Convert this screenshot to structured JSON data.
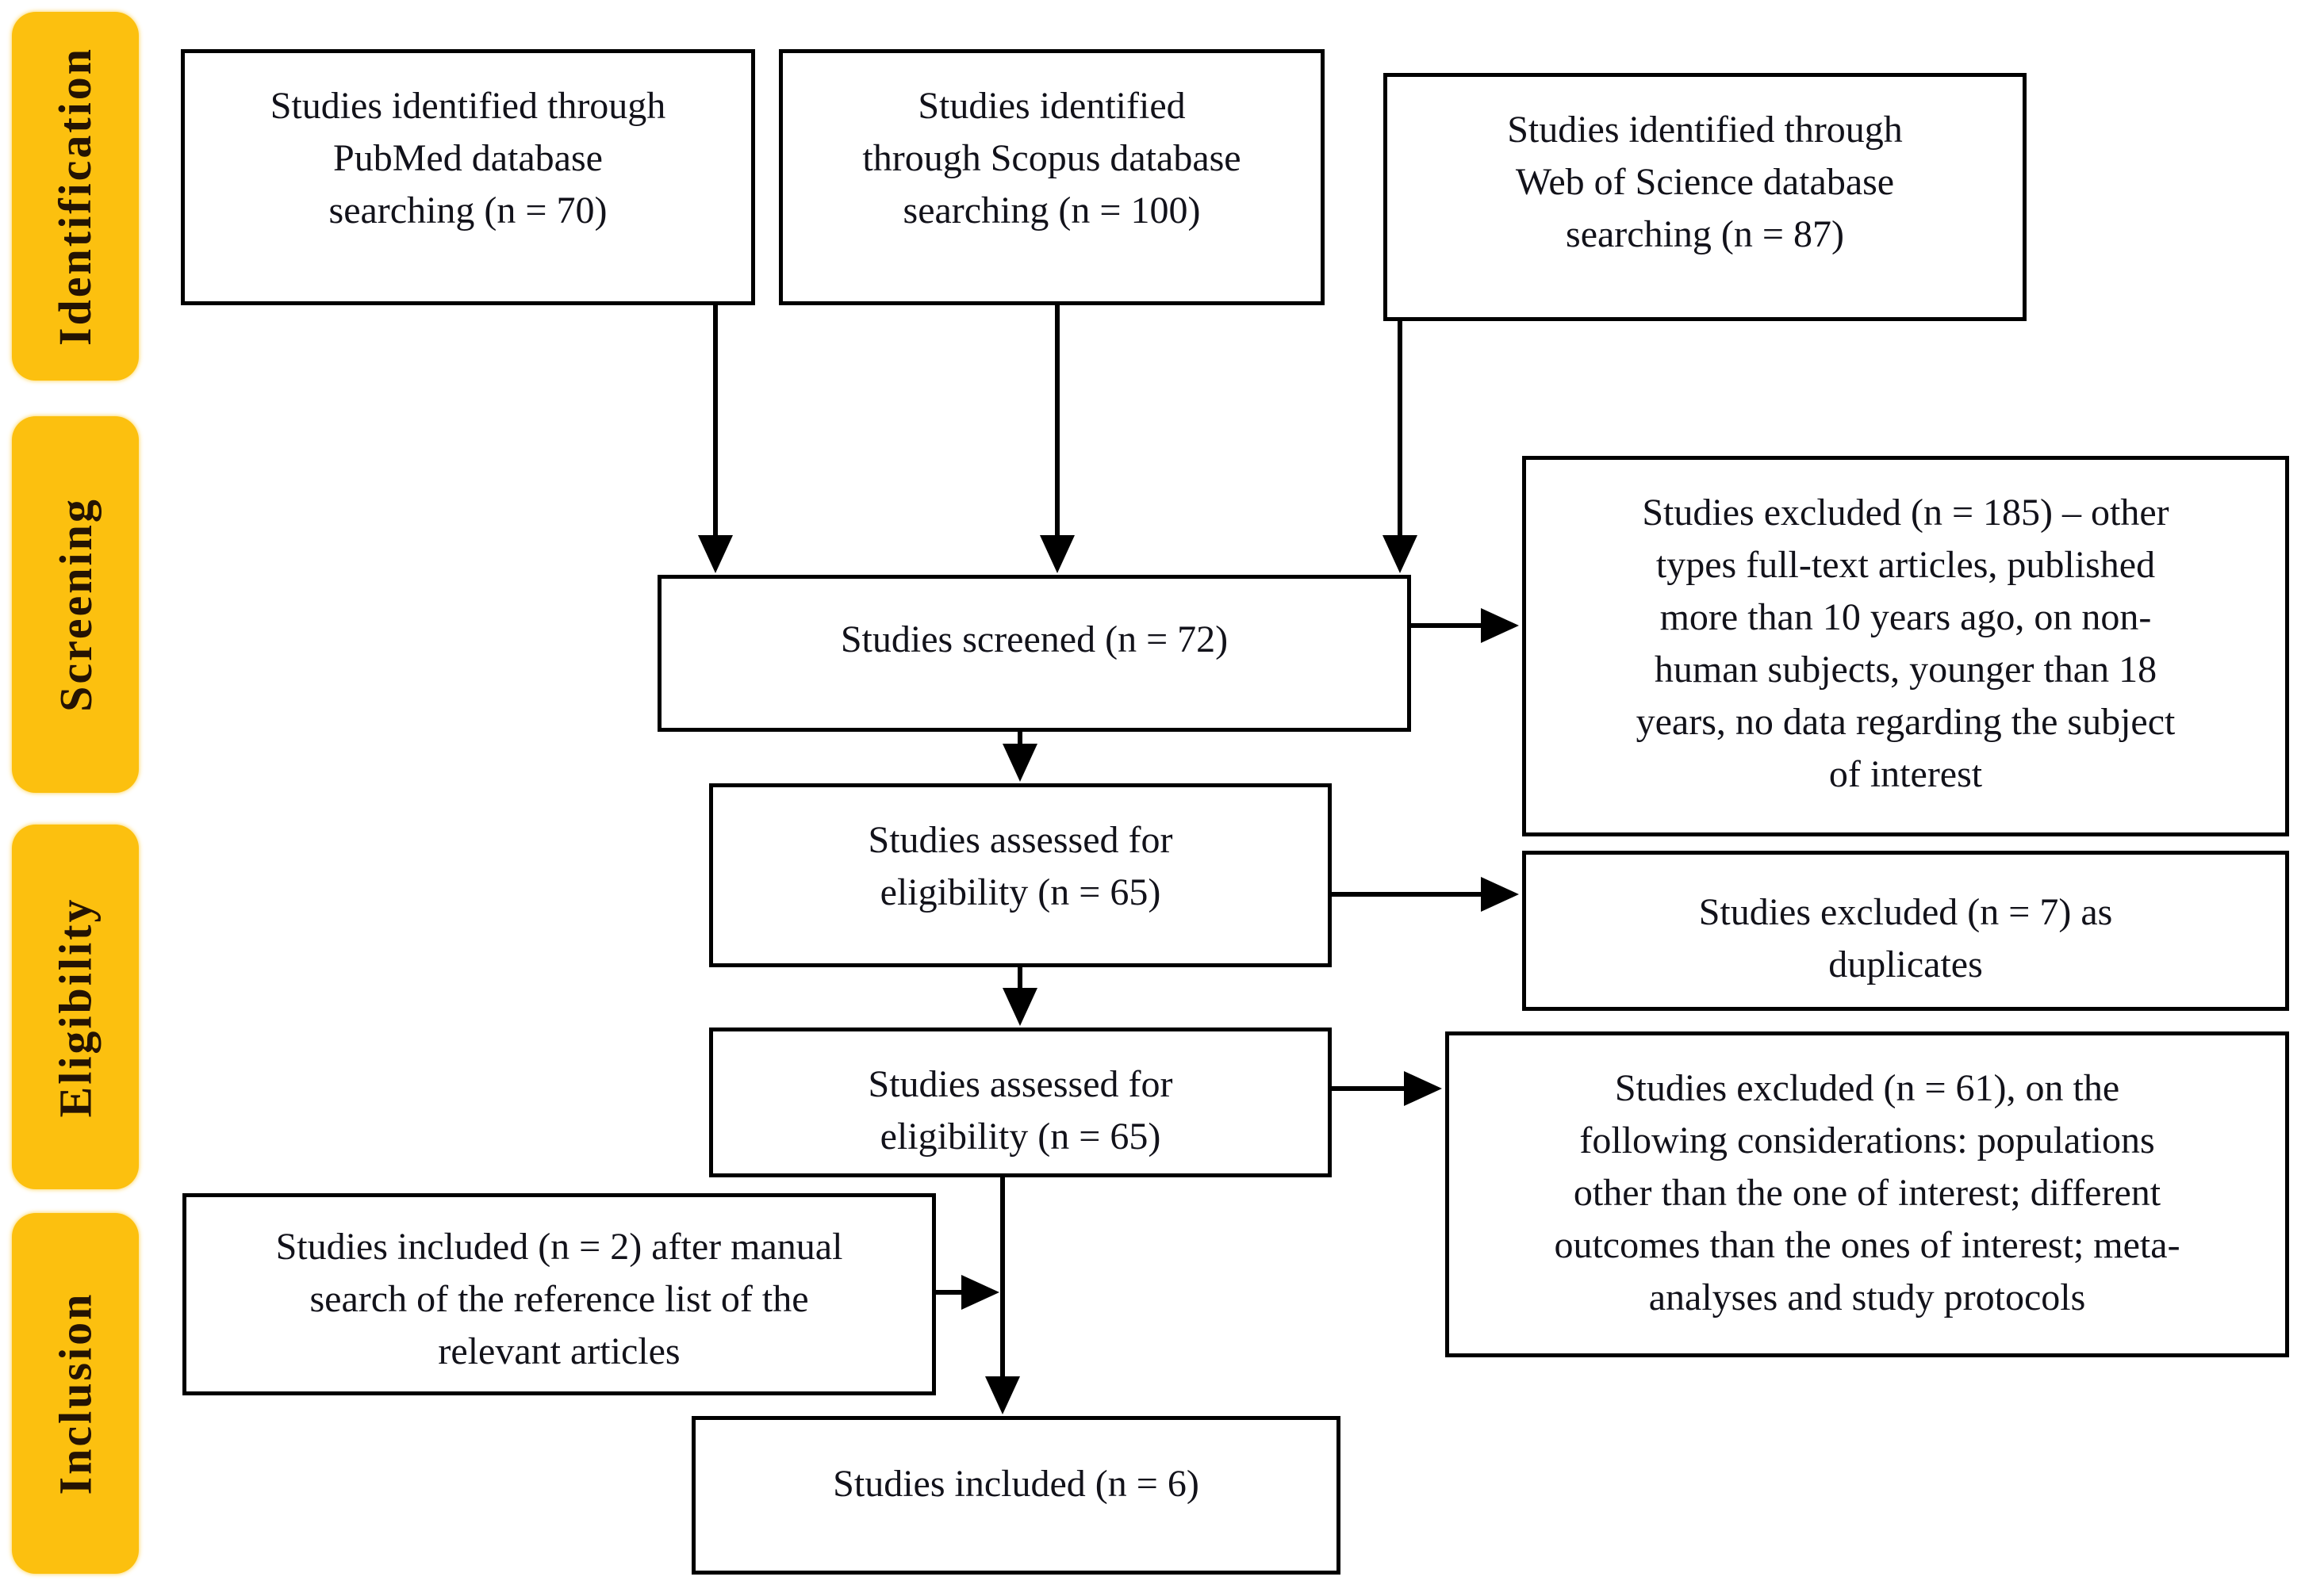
{
  "diagram": {
    "colors": {
      "stage_fill": "#FCC00F",
      "stage_text": "#241303",
      "box_border": "#000000",
      "box_text": "#12121A",
      "background": "#FFFFFF"
    },
    "stages": [
      {
        "label": "Identification"
      },
      {
        "label": "Screening"
      },
      {
        "label": "Eligibility"
      },
      {
        "label": "Inclusion"
      }
    ],
    "boxes": {
      "pubmed": {
        "text": "Studies identified through\nPubMed database\nsearching (n = 70)"
      },
      "scopus": {
        "text": "Studies identified\nthrough Scopus database\nsearching (n = 100)"
      },
      "wos": {
        "text": "Studies identified through\nWeb of Science database\nsearching (n = 87)"
      },
      "screened": {
        "text": "Studies screened (n = 72)"
      },
      "excluded_screening": {
        "text": "Studies excluded (n = 185) – other\ntypes full-text articles, published\nmore than 10 years ago, on non-\nhuman subjects, younger than 18\nyears, no data regarding the subject\nof interest"
      },
      "assessed_1": {
        "text": "Studies assessed for\neligibility (n = 65)"
      },
      "excluded_duplicates": {
        "text": "Studies excluded (n = 7) as\nduplicates"
      },
      "assessed_2": {
        "text": "Studies assessed for\neligibility (n = 65)"
      },
      "excluded_eligibility": {
        "text": "Studies excluded (n = 61), on the\nfollowing considerations: populations\nother than the one of interest; different\noutcomes than the ones of interest; meta-\nanalyses and study protocols"
      },
      "included_manual": {
        "text": "Studies included (n = 2) after manual\nsearch of the reference list of the\nrelevant articles"
      },
      "included_final": {
        "text": "Studies included (n = 6)"
      }
    }
  }
}
